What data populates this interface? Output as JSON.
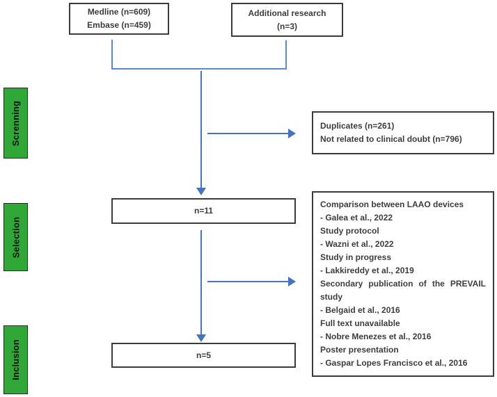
{
  "palette": {
    "arrow_blue": "#4472c4",
    "stage_green": "#2fa838",
    "box_border": "#3a3a3a",
    "text": "#3d3d3d"
  },
  "stages": [
    {
      "label": "Screnning"
    },
    {
      "label": "Selection"
    },
    {
      "label": "Inclusion"
    }
  ],
  "boxes": {
    "sources": {
      "lines": [
        "Medline (n=609)",
        "Embase (n=459)"
      ]
    },
    "additional": {
      "lines": [
        "Additional research",
        "(n=3)"
      ]
    },
    "excluded_screening": {
      "lines": [
        "Duplicates (n=261)",
        "Not related to clinical doubt (n=796)"
      ]
    },
    "selection_count": "n=11",
    "excluded_selection": {
      "lines": [
        "Comparison between LAAO devices",
        "- Galea et al., 2022",
        "Study protocol",
        "- Wazni et al., 2022",
        "Study in progress",
        "- Lakkireddy et al., 2019",
        "Secondary publication of the PREVAIL study",
        "- Belgaid et al., 2016",
        "Full text unavailable",
        "- Nobre Menezes et al., 2016",
        "Poster presentation",
        "- Gaspar Lopes Francisco et al., 2016"
      ]
    },
    "inclusion_count": "n=5"
  }
}
